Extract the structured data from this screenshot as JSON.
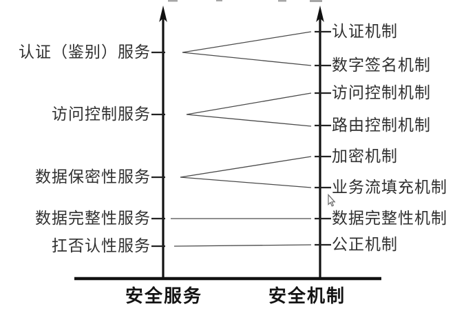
{
  "diagram": {
    "type": "service-to-mechanism mapping",
    "left_column": {
      "axis_label": "安全服务",
      "services": [
        "认证（鉴别）服务",
        "访问控制服务",
        "数据保密性服务",
        "数据完整性服务",
        "扛否认性服务"
      ]
    },
    "right_column": {
      "axis_label": "安全机制",
      "mechanisms": [
        "认证机制",
        "数字签名机制",
        "访问控制机制",
        "路由控制机制",
        "加密机制",
        "业务流填充机制",
        "数据完整性机制",
        "公正机制"
      ]
    },
    "connections": [
      {
        "service": "认证（鉴别）服务",
        "mechanisms": [
          "认证机制",
          "数字签名机制"
        ]
      },
      {
        "service": "访问控制服务",
        "mechanisms": [
          "访问控制机制",
          "路由控制机制"
        ]
      },
      {
        "service": "数据保密性服务",
        "mechanisms": [
          "加密机制",
          "业务流填充机制"
        ]
      },
      {
        "service": "数据完整性服务",
        "mechanisms": [
          "数据完整性机制"
        ]
      },
      {
        "service": "扛否认性服务",
        "mechanisms": [
          "公正机制"
        ]
      }
    ],
    "colors": {
      "axis": "#111111",
      "tick": "#222222",
      "connector": "#4a4a4a",
      "text": "#303030"
    }
  },
  "cursor": {
    "icon": "arrow-pointer"
  }
}
